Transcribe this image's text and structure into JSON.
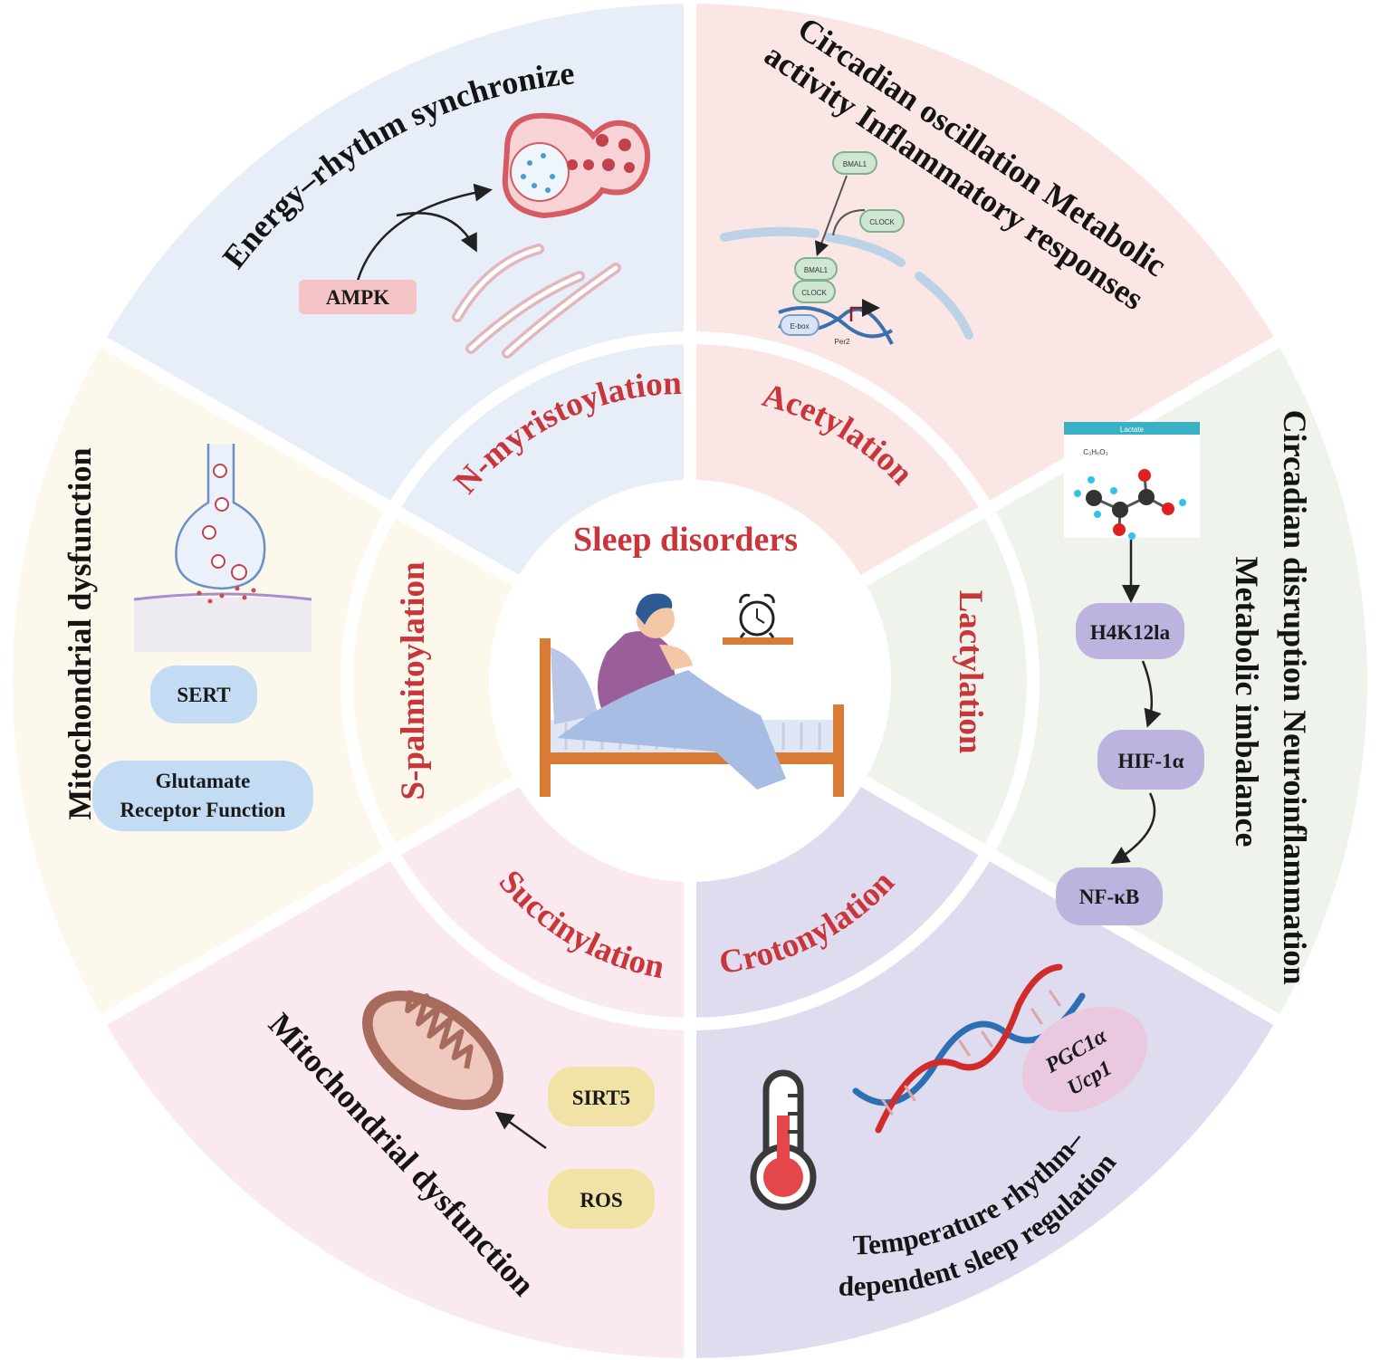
{
  "center": {
    "title": "Sleep disorders"
  },
  "colors": {
    "n_myristoylation": "#fbe6e6",
    "acetylation": "#eef3ec",
    "lactylation": "#e0dcf0",
    "crotonylation": "#fbe9f0",
    "succinylation": "#fcf8ec",
    "s_palmitoylation": "#e8eef8",
    "modification_label": "#c8353a"
  },
  "modifications": {
    "n_myristoylation": "N-myristoylation",
    "acetylation": "Acetylation",
    "lactylation": "Lactylation",
    "crotonylation": "Crotonylation",
    "succinylation": "Succinylation",
    "s_palmitoylation": "S-palmitoylation"
  },
  "outer_labels": {
    "n_myristoylation": "Energy–rhythm synchronizer",
    "acetylation_line1": "Circadian oscillation Metabolic",
    "acetylation_line2": "activity Inflammatory responses",
    "lactylation_line1": "Circadian disruption Neuroinflammation",
    "lactylation_line2": "Metabolic imbalance",
    "crotonylation_line1": "Temperature rhythm–",
    "crotonylation_line2": "dependent sleep regulation",
    "succinylation": "Mitochondrial dysfunction",
    "s_palmitoylation": "Mitochondrial dysfunction"
  },
  "tags": {
    "ampk": "AMPK",
    "sert": "SERT",
    "glutamate_line1": "Glutamate",
    "glutamate_line2": "Receptor Function",
    "h4k12la": "H4K12la",
    "hif1a": "HIF-1α",
    "nfkb": "NF-κB",
    "sirt5": "SIRT5",
    "ros": "ROS",
    "pgc1a": "PGC1α",
    "ucp1": "Ucp1"
  },
  "mini_labels": {
    "bmal1": "BMAL1",
    "clock": "CLOCK",
    "ebox": "E-box",
    "per": "Per2",
    "formula": "C₃H₆O₃",
    "lactate": "Lactate"
  }
}
